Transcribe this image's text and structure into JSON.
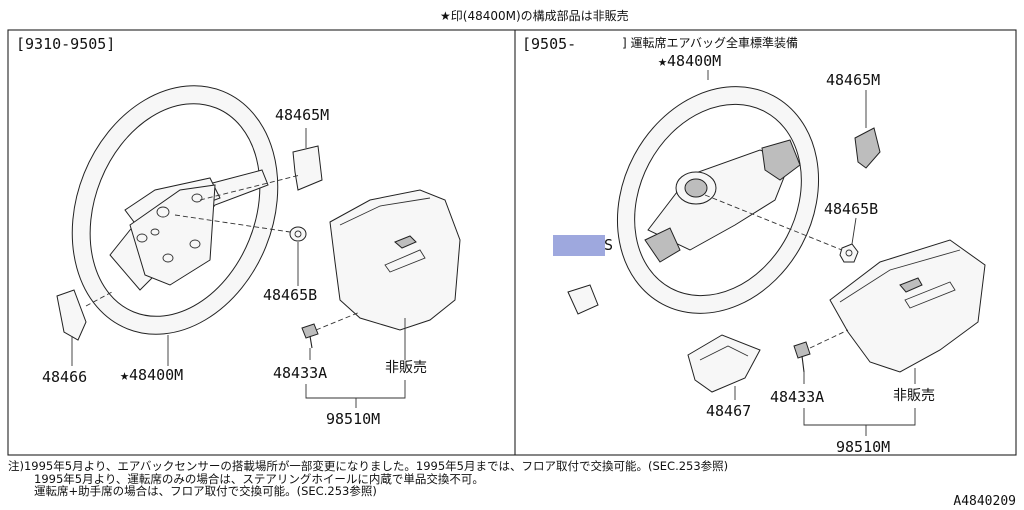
{
  "header": {
    "note": "★印(48400M)の構成部品は非販売"
  },
  "left_panel": {
    "period": "[9310-9505]",
    "labels": {
      "clip": "48465M",
      "nut": "48465B",
      "cover": "48466",
      "wheel": "★48400M",
      "bolt": "48433A",
      "not_for_sale": "非販売",
      "assembly": "98510M"
    }
  },
  "right_panel": {
    "period": "[9505-",
    "title": "] 運転席エアバッグ全車標準装備",
    "labels": {
      "wheel": "★48400M",
      "clip": "48465M",
      "nut": "48465B",
      "cover": "48467",
      "bolt": "48433A",
      "not_for_sale": "非販売",
      "assembly": "98510M",
      "partial": "S"
    },
    "highlight_color": "#9ea8de"
  },
  "notes": [
    "注)1995年5月より、エアバックセンサーの搭載場所が一部変更になりました。1995年5月までは、フロア取付で交換可能。(SEC.253参照)",
    "1995年5月より、運転席のみの場合は、ステアリングホイールに内蔵で単品交換不可。",
    "運転席+助手席の場合は、フロア取付で交換可能。(SEC.253参照)"
  ],
  "diagram_code": "A4840209"
}
